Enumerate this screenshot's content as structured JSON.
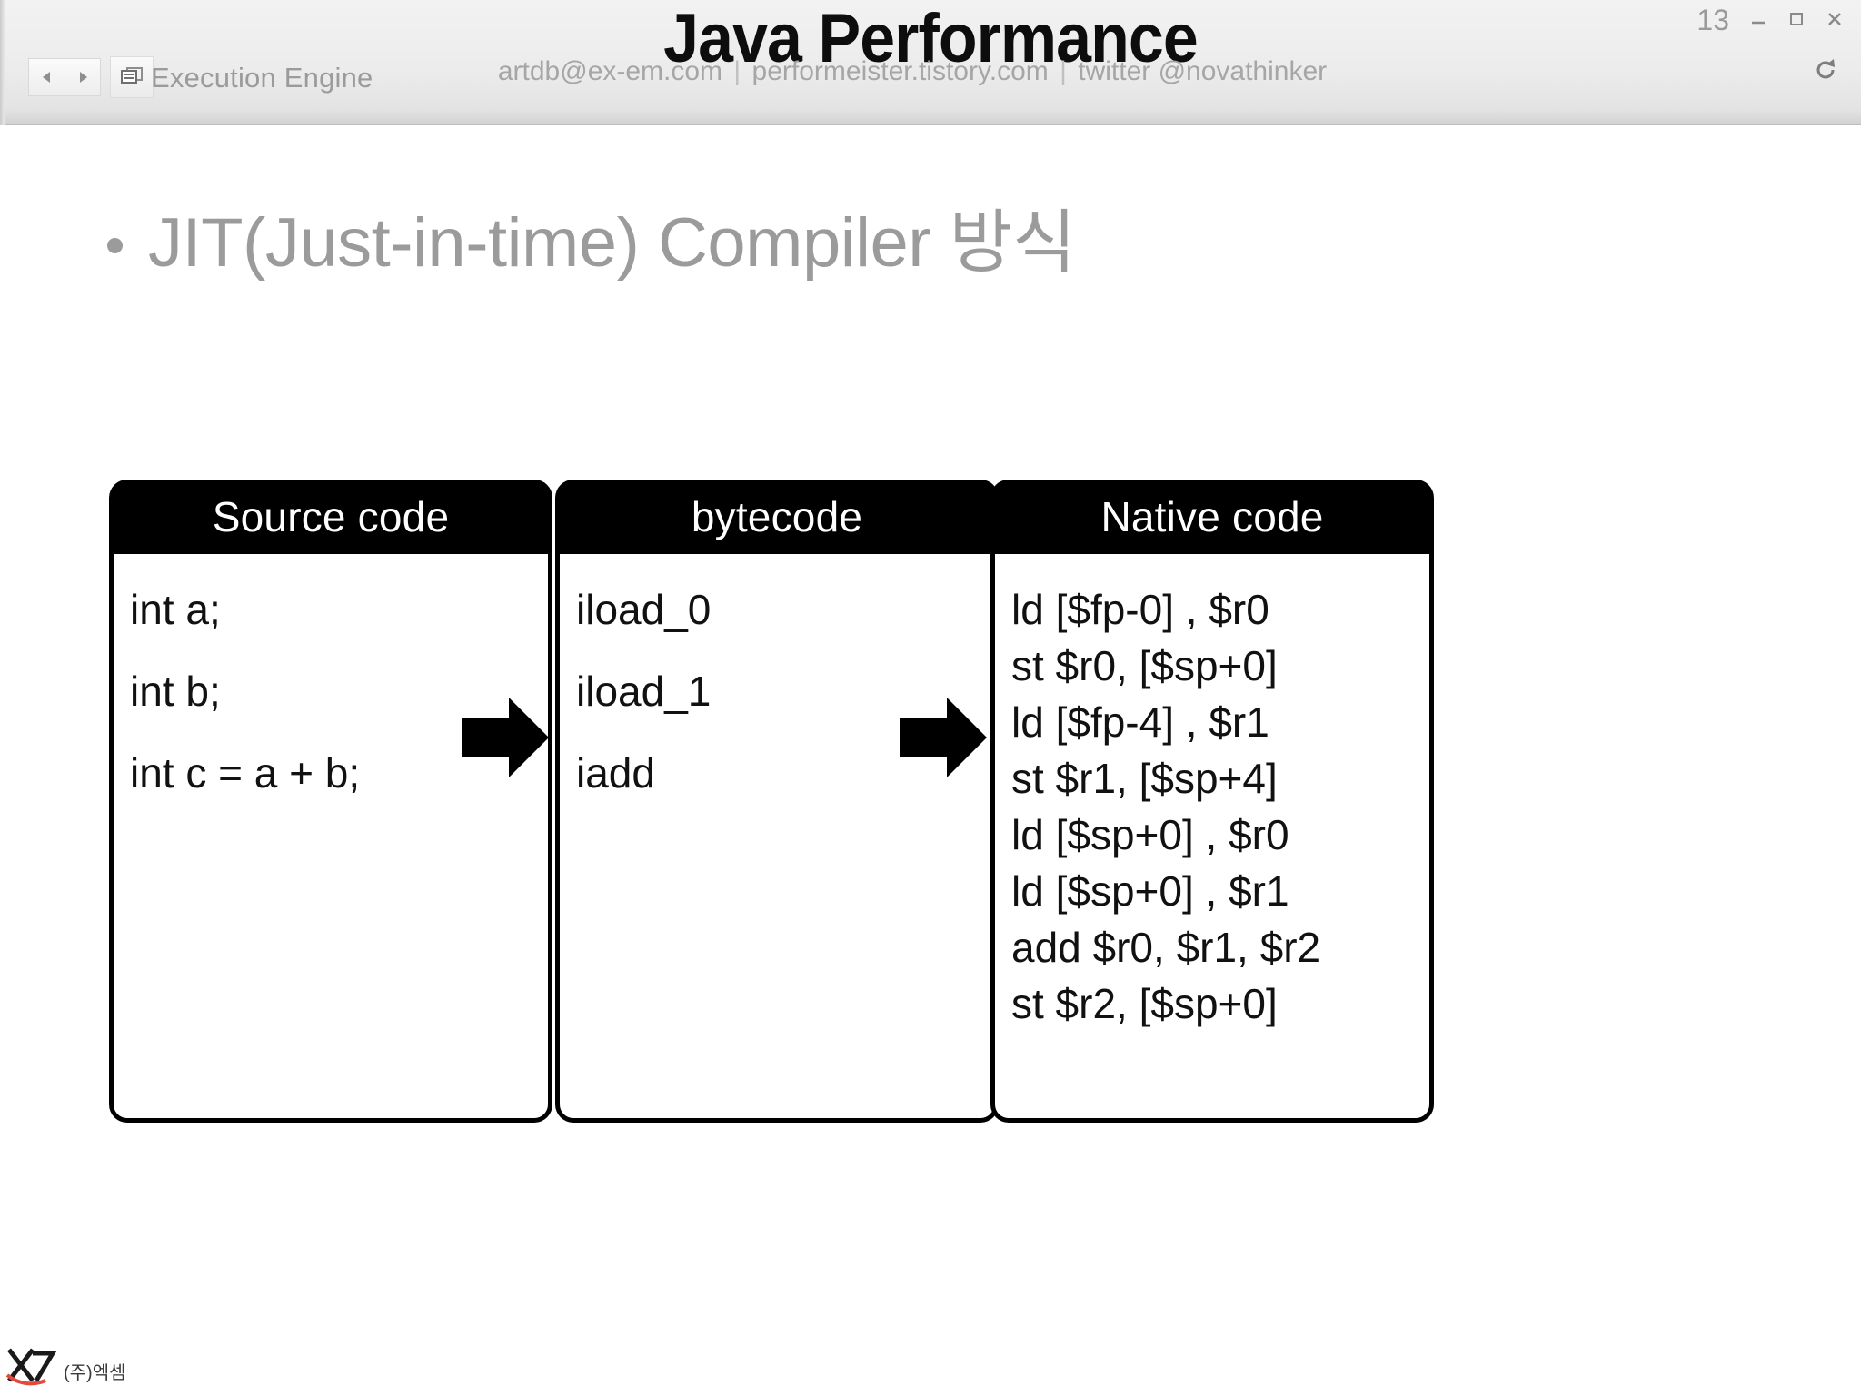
{
  "header": {
    "section_label": "Execution Engine",
    "deck_title": "Java Performance",
    "contact": {
      "email": "artdb@ex-em.com",
      "blog": "performeister.tistory.com",
      "twitter": "twitter @novathinker",
      "separator": "|"
    },
    "page_number": "13",
    "nav": {
      "back_icon": "triangle-left-icon",
      "forward_icon": "triangle-right-icon",
      "slideshow_icon": "slideshow-window-icon"
    },
    "window_controls": {
      "minimize": "–",
      "maximize": "☐",
      "close": "✕"
    },
    "refresh_icon": "refresh-icon"
  },
  "slide": {
    "bullet": {
      "marker": "•",
      "text": "JIT(Just-in-time) Compiler 방식"
    },
    "panels": [
      {
        "id": "source-code",
        "title": "Source code",
        "lines": [
          "int a;",
          "int b;",
          "int c = a + b;"
        ],
        "spaced": true
      },
      {
        "id": "bytecode",
        "title": "bytecode",
        "lines": [
          "iload_0",
          "iload_1",
          "iadd"
        ],
        "spaced": true
      },
      {
        "id": "native-code",
        "title": "Native code",
        "lines": [
          "ld [$fp-0] , $r0",
          "st $r0, [$sp+0]",
          "ld [$fp-4] , $r1",
          "st $r1, [$sp+4]",
          "ld [$sp+0] , $r0",
          "ld [$sp+0] , $r1",
          "add $r0, $r1, $r2",
          "st $r2, [$sp+0]"
        ],
        "spaced": false
      }
    ],
    "arrows": [
      {
        "id": "arrow-source-to-bytecode",
        "icon": "right-arrow-icon"
      },
      {
        "id": "arrow-bytecode-to-native",
        "icon": "right-arrow-icon"
      }
    ]
  },
  "footer": {
    "logo_mark": "exem-x-logo-icon",
    "logo_caption": "(주)엑셈"
  },
  "colors": {
    "panel_header_bg": "#000000",
    "panel_header_text": "#ffffff",
    "panel_border": "#000000",
    "bullet_text": "#9b9b9b",
    "chrome_text": "#9b9b9b",
    "slide_bg": "#ffffff",
    "title_text": "#0d0d0d"
  }
}
